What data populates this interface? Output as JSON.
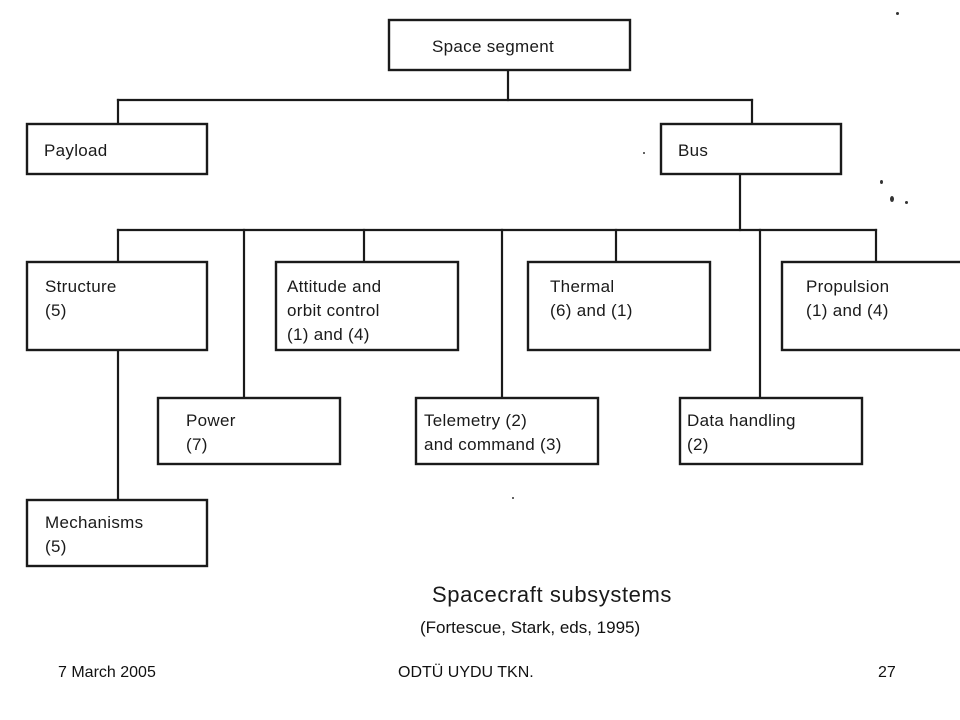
{
  "diagram": {
    "root": {
      "label": "Space segment"
    },
    "level2": [
      {
        "label": "Payload"
      },
      {
        "label": "Bus"
      }
    ],
    "subsystems": [
      {
        "lines": [
          "Structure",
          "(5)"
        ]
      },
      {
        "lines": [
          "Attitude and",
          "orbit control",
          "(1) and (4)"
        ]
      },
      {
        "lines": [
          "Thermal",
          "(6) and (1)"
        ]
      },
      {
        "lines": [
          "Propulsion",
          "(1) and (4)"
        ]
      },
      {
        "lines": [
          "Power",
          "(7)"
        ]
      },
      {
        "lines": [
          "Telemetry (2)",
          "and command (3)"
        ]
      },
      {
        "lines": [
          "Data handling",
          "(2)"
        ]
      },
      {
        "lines": [
          "Mechanisms",
          "(5)"
        ]
      }
    ]
  },
  "caption": {
    "title": "Spacecraft subsystems",
    "source": "(Fortescue, Stark, eds, 1995)"
  },
  "footer": {
    "date": "7 March 2005",
    "organization": "ODTÜ UYDU TKN.",
    "page": "27"
  }
}
